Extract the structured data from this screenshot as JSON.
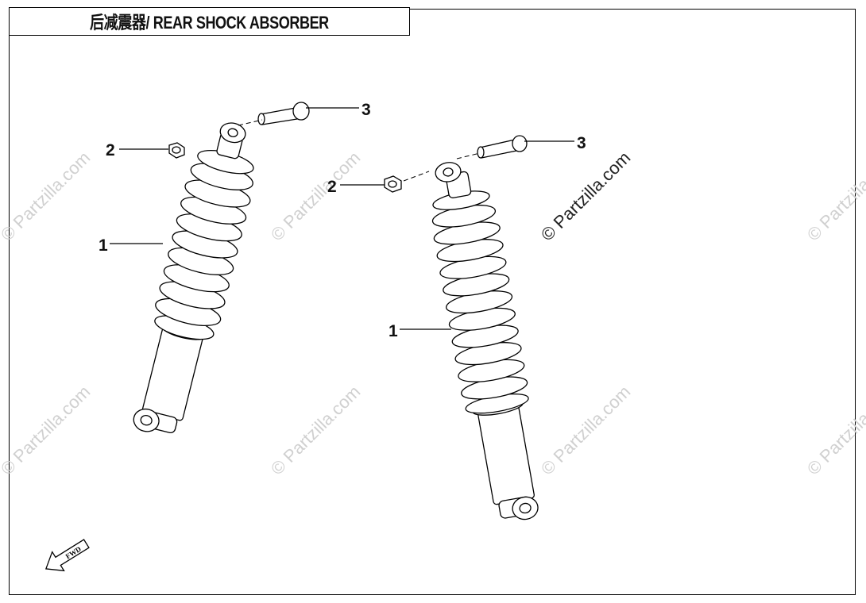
{
  "title": "后减震器/ REAR SHOCK ABSORBER",
  "watermark": "© Partzilla.com",
  "watermark_main": "© Partzilla.com",
  "fwd_label": "FWD",
  "callouts": {
    "left_shock": "1",
    "left_nut": "2",
    "left_bolt": "3",
    "right_shock": "1",
    "right_nut": "2",
    "right_bolt": "3"
  }
}
